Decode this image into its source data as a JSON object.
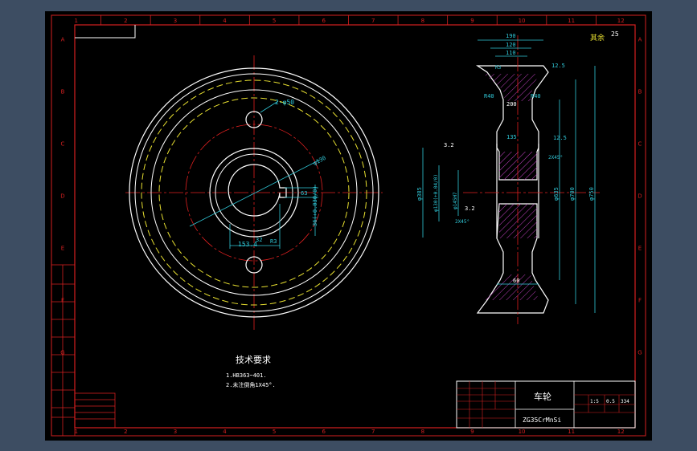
{
  "sheet": {
    "col_labels": [
      "1",
      "2",
      "3",
      "4",
      "5",
      "6",
      "7",
      "8",
      "9",
      "10",
      "11",
      "12"
    ],
    "row_labels": [
      "A",
      "B",
      "C",
      "D",
      "E",
      "F",
      "G"
    ]
  },
  "front_view": {
    "hole_note": "2-φ50",
    "bore_dim": "φ130",
    "key_width": "32",
    "key_depth": "153.4",
    "angle_1": "63",
    "angle_2": "R3",
    "side_dim": "36(+0.030/0)"
  },
  "section_view": {
    "dim_190": "190",
    "dim_120": "120",
    "dim_110": "110",
    "chamfer_r": "R3",
    "roughness_top": "12.5",
    "roughness_corner": "25",
    "r40_left": "R40",
    "r40_right": "R40",
    "dim_200": "200",
    "dim_135": "135",
    "roughness_hub": "12.5",
    "roughness_32a": "3.2",
    "roughness_32b": "3.2",
    "chamfer_2x45a": "2X45°",
    "chamfer_2x45b": "2X45°",
    "dim_635": "φ635",
    "dim_700": "φ700",
    "dim_750": "φ750",
    "dim_bore_a": "φ130(+0.04/0)",
    "dim_bore_b": "φ145H7",
    "dim_left": "φ385",
    "dim_60": "60",
    "remaining_label": "其余"
  },
  "tech_req": {
    "title": "技术要求",
    "line1": "1.HB363~401.",
    "line2": "2.未注倒角1X45°."
  },
  "title_block": {
    "part_name": "车轮",
    "material": "ZG35CrMnSi",
    "scale": "1:5",
    "weight": "334",
    "sheet_no": "0.5"
  },
  "colors": {
    "frame": "#d42020",
    "outline": "#ffffff",
    "dim": "#30c8d8",
    "hidden": "#e8e030",
    "hatch": "#c040c0",
    "center": "#e02020"
  }
}
